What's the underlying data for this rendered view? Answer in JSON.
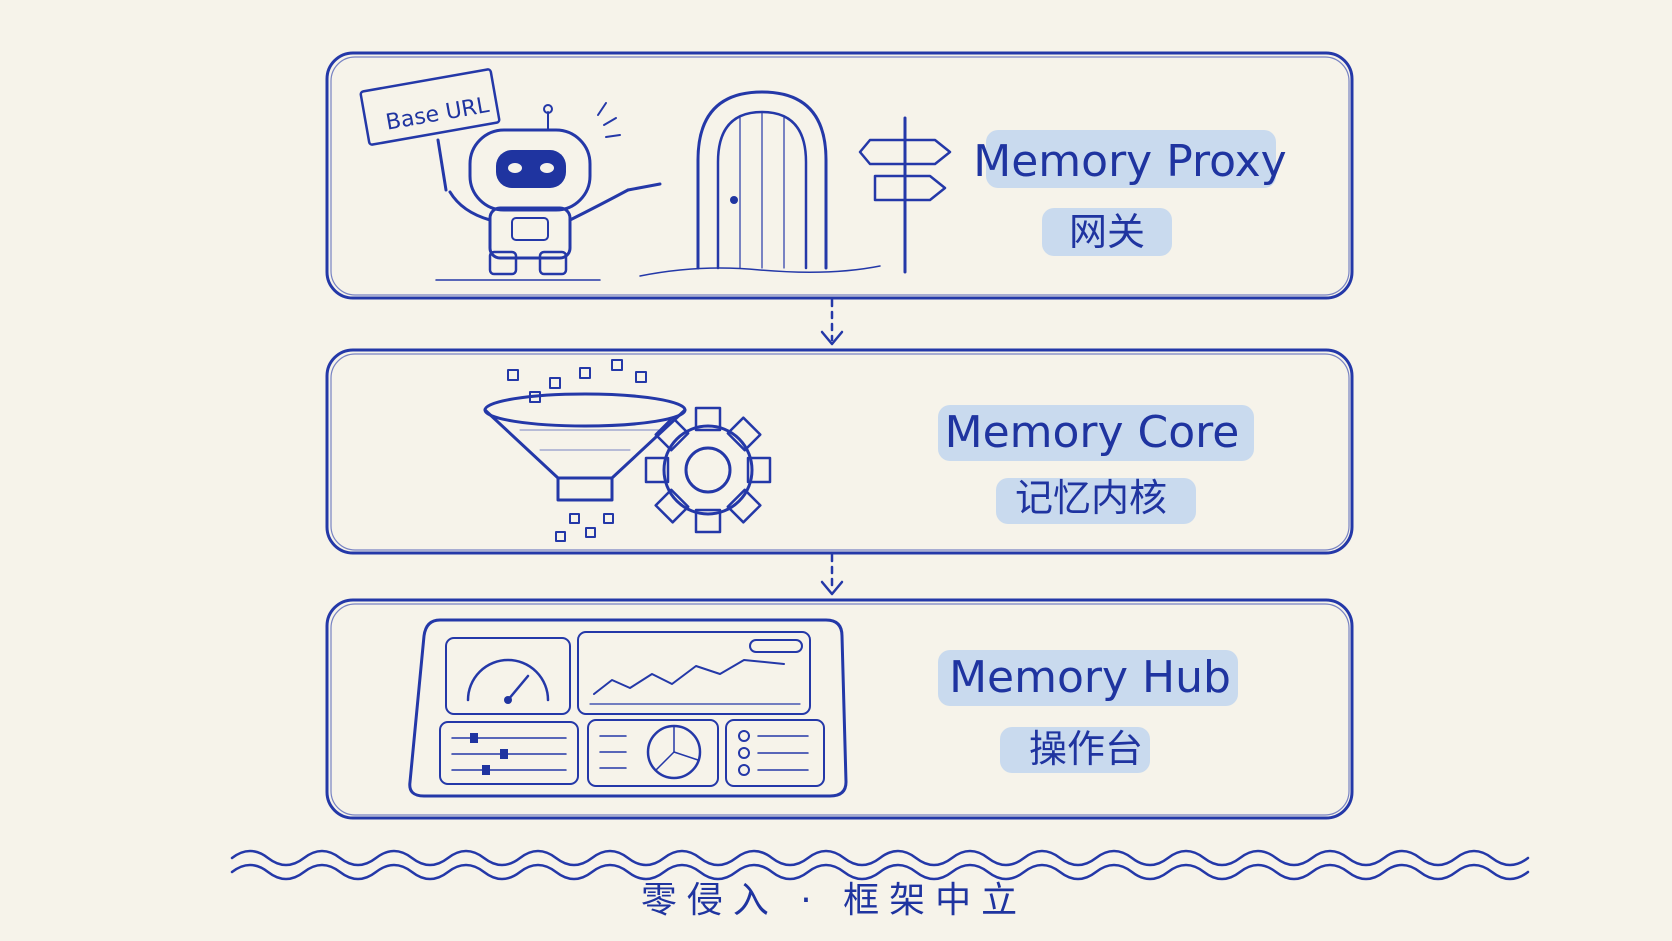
{
  "layers": [
    {
      "title": "Memory Proxy",
      "subtitle": "网关",
      "sign": "Base URL"
    },
    {
      "title": "Memory Core",
      "subtitle": "记忆内核"
    },
    {
      "title": "Memory Hub",
      "subtitle": "操作台"
    }
  ],
  "footer": {
    "text": "零侵入 · 框架中立"
  },
  "colors": {
    "ink": "#2438a8",
    "highlight": "#b9d2ef",
    "paper": "#f6f3ea"
  },
  "icons": [
    "robot-icon",
    "door-icon",
    "signpost-icon",
    "funnel-icon",
    "gear-icon",
    "dashboard-icon"
  ]
}
